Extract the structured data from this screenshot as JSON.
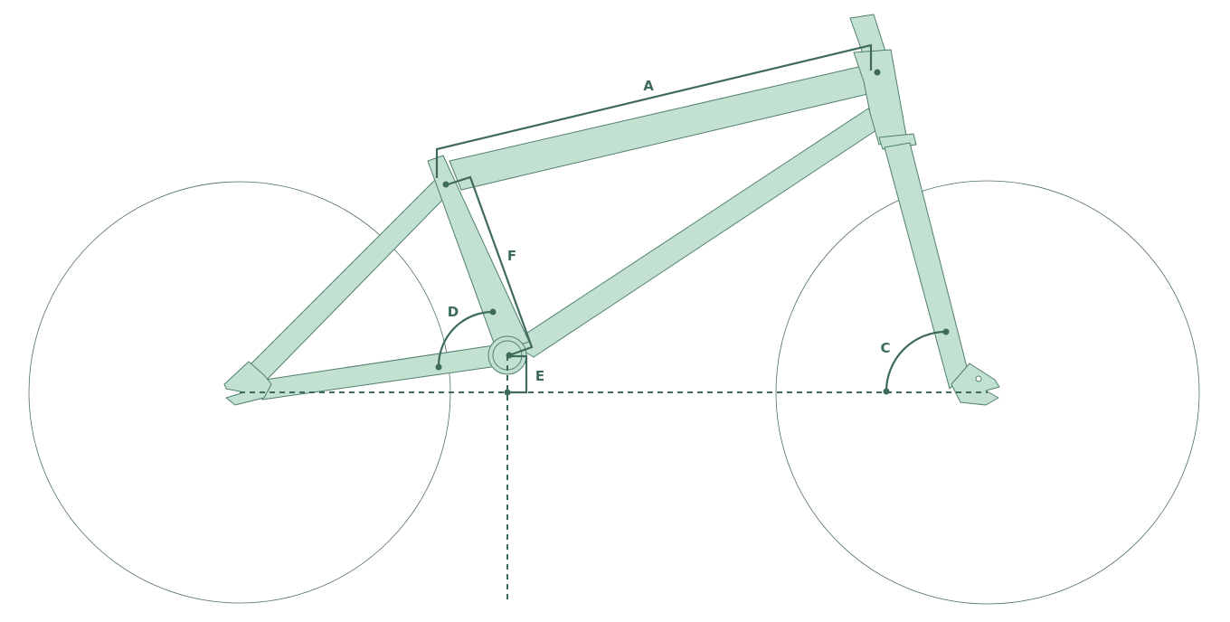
{
  "diagram": {
    "labels": {
      "top_tube_length": "A",
      "head_angle": "C",
      "seat_angle": "D",
      "bb_drop": "E",
      "seat_tube_length": "F"
    },
    "colors": {
      "frame_fill": "#c3e1d1",
      "frame_stroke": "#4f7f6e",
      "dimension_line": "#3f6b5c",
      "wheel_outline": "#4f6e66"
    }
  }
}
